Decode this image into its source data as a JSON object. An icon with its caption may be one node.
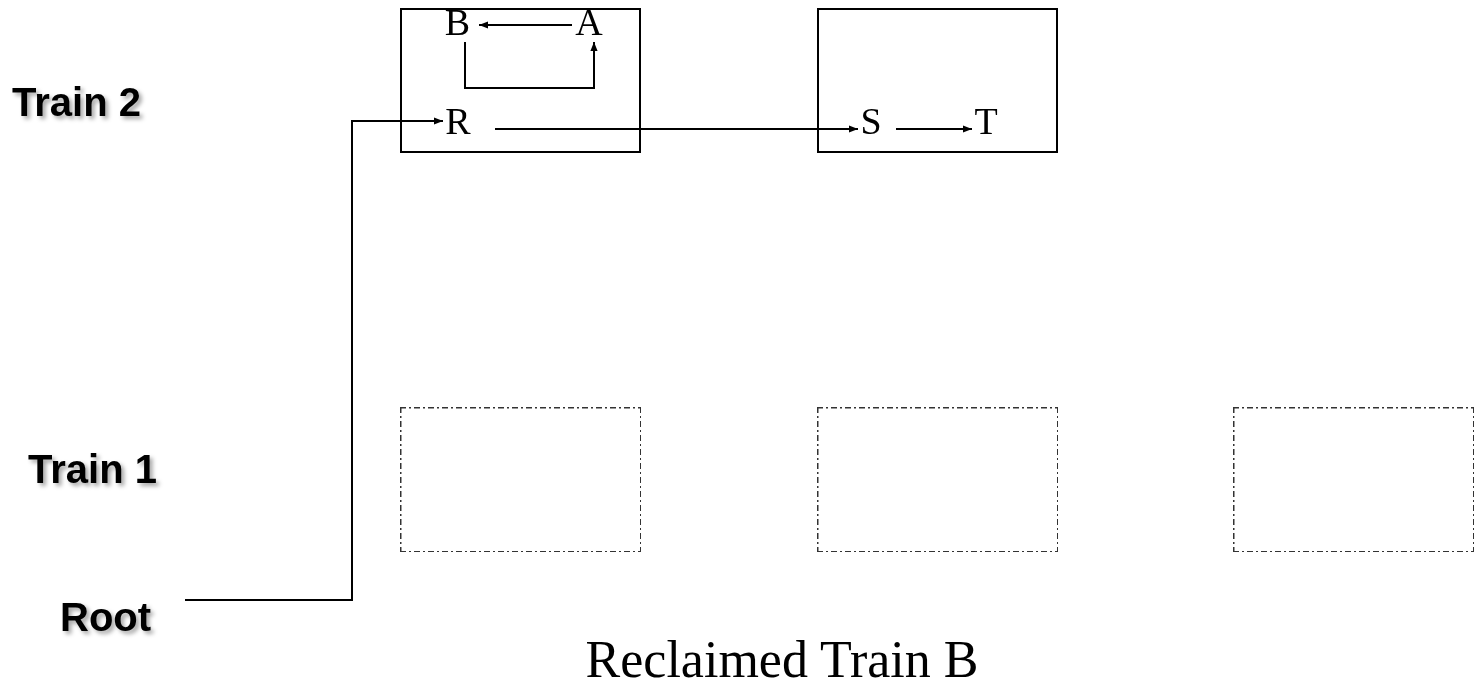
{
  "diagram": {
    "caption": "Reclaimed Train B",
    "nodes": [
      {
        "text": [],
        "shape": "box"
      },
      {
        "text": [
          "B"
        ],
        "in": 0
      },
      {
        "text": [
          "A"
        ],
        "in": 0
      },
      {
        "text": [
          "R"
        ],
        "in": 0
      },
      {
        "text": [],
        "shape": "box"
      },
      {
        "text": [
          "S"
        ],
        "in": 4
      },
      {
        "text": [
          "T"
        ],
        "in": 4
      },
      {
        "text": [],
        "shape": "box"
      },
      {
        "text": [],
        "shape": "box"
      },
      {
        "text": [],
        "shape": "box"
      },
      {
        "text": [
          "Root"
        ]
      }
    ],
    "edges": [
      {
        "from": 2,
        "to": 1,
        "arrow": "to"
      },
      {
        "from": 1,
        "to": 2,
        "arrow": "to"
      },
      {
        "from": 10,
        "to": 3,
        "arrow": "to"
      },
      {
        "from": 3,
        "to": 5,
        "arrow": "to"
      },
      {
        "from": 5,
        "to": 6,
        "arrow": "to"
      }
    ],
    "labels": [
      "Train 2",
      "Train 1"
    ]
  }
}
